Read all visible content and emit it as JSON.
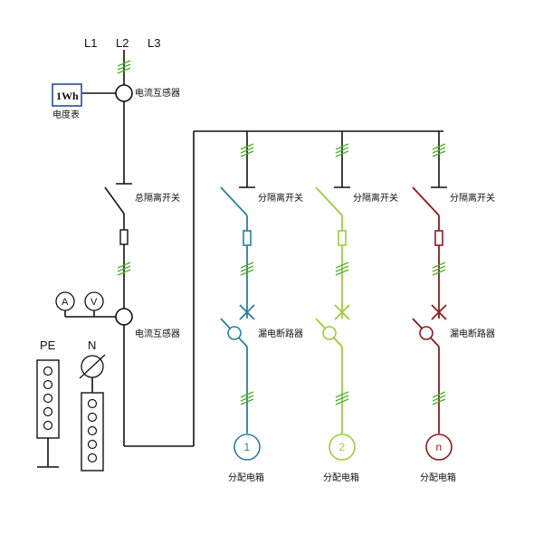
{
  "phases": [
    "L1",
    "L2",
    "L3"
  ],
  "meter": {
    "display": "1Wh",
    "label": "电度表"
  },
  "main_ct_label": "电流互感器",
  "main_switch_label": "总隔离开关",
  "second_ct_label": "电流互感器",
  "ammeter_symbol": "A",
  "voltmeter_symbol": "V",
  "pe_label": "PE",
  "n_label": "N",
  "branches": [
    {
      "color": "#2a7f9f",
      "switch_label": "分隔离开关",
      "rcd_label": "漏电断路器",
      "box_number": "1",
      "box_label": "分配电箱"
    },
    {
      "color": "#9ccc3a",
      "switch_label": "分隔离开关",
      "rcd_label": "",
      "box_number": "2",
      "box_label": "分配电箱"
    },
    {
      "color": "#8b1a1a",
      "switch_label": "分隔离开关",
      "rcd_label": "漏电断路器",
      "box_number": "n",
      "box_label": "分配电箱"
    }
  ],
  "colors": {
    "wire": "#111111",
    "tick": "#4caf2a"
  }
}
